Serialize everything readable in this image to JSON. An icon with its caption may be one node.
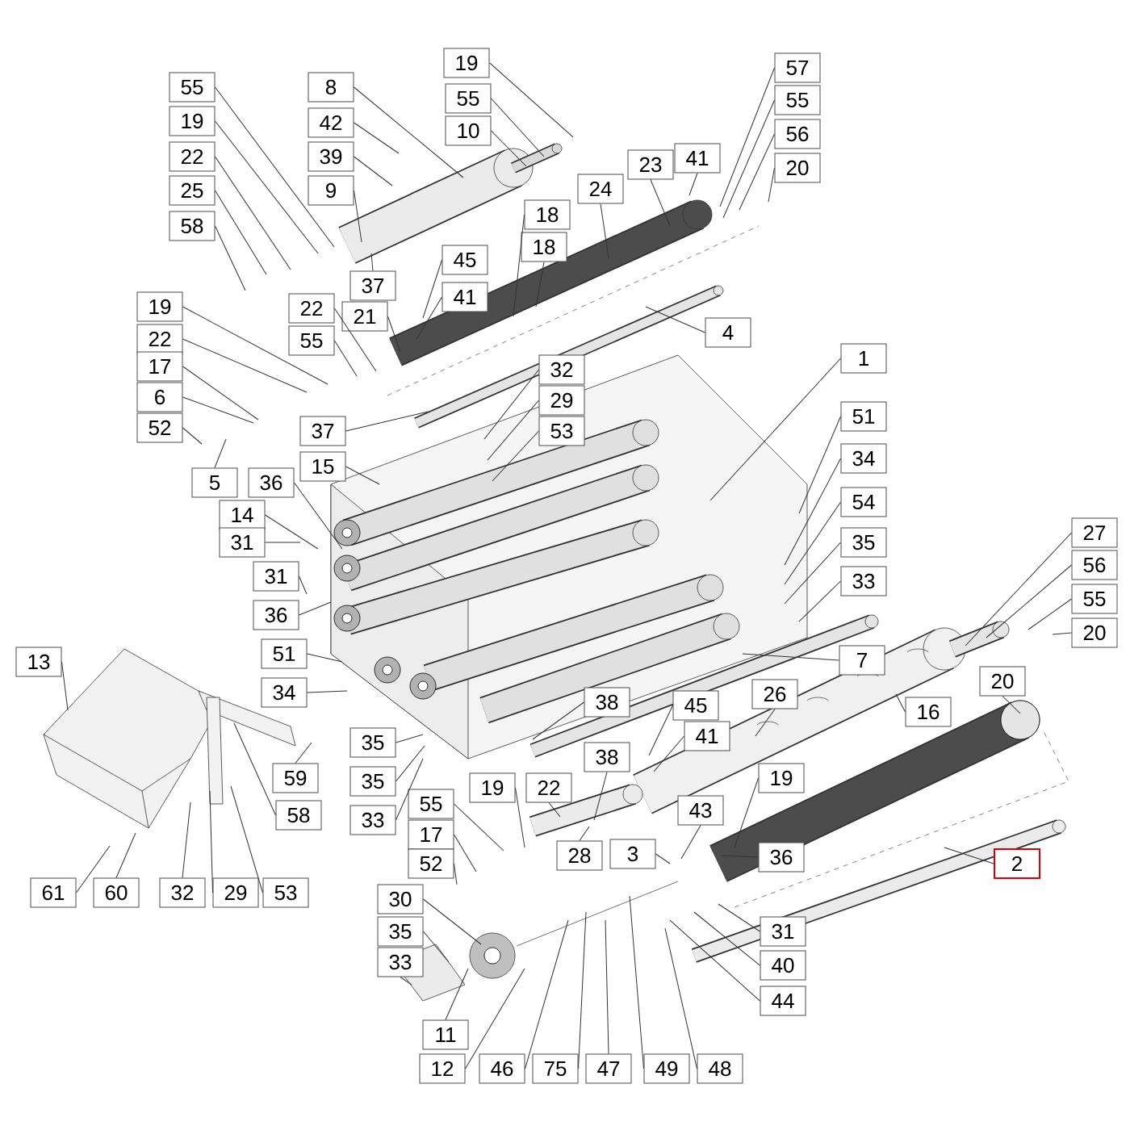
{
  "diagram": {
    "nodes": [
      {
        "text": [
          "55"
        ]
      },
      {
        "text": [
          "19"
        ]
      },
      {
        "text": [
          "22"
        ]
      },
      {
        "text": [
          "25"
        ]
      },
      {
        "text": [
          "58"
        ]
      },
      {
        "text": [
          "8"
        ]
      },
      {
        "text": [
          "42"
        ]
      },
      {
        "text": [
          "39"
        ]
      },
      {
        "text": [
          "9"
        ]
      },
      {
        "text": [
          "19"
        ]
      },
      {
        "text": [
          "55"
        ]
      },
      {
        "text": [
          "10"
        ]
      },
      {
        "text": [
          "57"
        ]
      },
      {
        "text": [
          "55"
        ]
      },
      {
        "text": [
          "56"
        ]
      },
      {
        "text": [
          "20"
        ]
      },
      {
        "text": [
          "23"
        ]
      },
      {
        "text": [
          "41"
        ]
      },
      {
        "text": [
          "24"
        ]
      },
      {
        "text": [
          "18"
        ]
      },
      {
        "text": [
          "18"
        ]
      },
      {
        "text": [
          "45"
        ]
      },
      {
        "text": [
          "41"
        ]
      },
      {
        "text": [
          "37"
        ]
      },
      {
        "text": [
          "21"
        ]
      },
      {
        "text": [
          "19"
        ]
      },
      {
        "text": [
          "22"
        ]
      },
      {
        "text": [
          "55"
        ]
      },
      {
        "text": [
          "22"
        ]
      },
      {
        "text": [
          "17"
        ]
      },
      {
        "text": [
          "6"
        ]
      },
      {
        "text": [
          "52"
        ]
      },
      {
        "text": [
          "4"
        ]
      },
      {
        "text": [
          "1"
        ]
      },
      {
        "text": [
          "32"
        ]
      },
      {
        "text": [
          "29"
        ]
      },
      {
        "text": [
          "53"
        ]
      },
      {
        "text": [
          "37"
        ]
      },
      {
        "text": [
          "15"
        ]
      },
      {
        "text": [
          "5"
        ]
      },
      {
        "text": [
          "36"
        ]
      },
      {
        "text": [
          "51"
        ]
      },
      {
        "text": [
          "34"
        ]
      },
      {
        "text": [
          "54"
        ]
      },
      {
        "text": [
          "35"
        ]
      },
      {
        "text": [
          "33"
        ]
      },
      {
        "text": [
          "14"
        ]
      },
      {
        "text": [
          "31"
        ]
      },
      {
        "text": [
          "31"
        ]
      },
      {
        "text": [
          "36"
        ]
      },
      {
        "text": [
          "27"
        ]
      },
      {
        "text": [
          "56"
        ]
      },
      {
        "text": [
          "55"
        ]
      },
      {
        "text": [
          "20"
        ]
      },
      {
        "text": [
          "51"
        ]
      },
      {
        "text": [
          "7"
        ]
      },
      {
        "text": [
          "13"
        ]
      },
      {
        "text": [
          "34"
        ]
      },
      {
        "text": [
          "38"
        ]
      },
      {
        "text": [
          "45"
        ]
      },
      {
        "text": [
          "26"
        ]
      },
      {
        "text": [
          "16"
        ]
      },
      {
        "text": [
          "20"
        ]
      },
      {
        "text": [
          "35"
        ]
      },
      {
        "text": [
          "38"
        ]
      },
      {
        "text": [
          "41"
        ]
      },
      {
        "text": [
          "35"
        ]
      },
      {
        "text": [
          "59"
        ]
      },
      {
        "text": [
          "19"
        ]
      },
      {
        "text": [
          "19"
        ]
      },
      {
        "text": [
          "22"
        ]
      },
      {
        "text": [
          "55"
        ]
      },
      {
        "text": [
          "43"
        ]
      },
      {
        "text": [
          "58"
        ]
      },
      {
        "text": [
          "33"
        ]
      },
      {
        "text": [
          "17"
        ]
      },
      {
        "text": [
          "28"
        ]
      },
      {
        "text": [
          "3"
        ]
      },
      {
        "text": [
          "36"
        ]
      },
      {
        "text": [
          "2"
        ]
      },
      {
        "text": [
          "52"
        ]
      },
      {
        "text": [
          "61"
        ]
      },
      {
        "text": [
          "60"
        ]
      },
      {
        "text": [
          "32"
        ]
      },
      {
        "text": [
          "29"
        ]
      },
      {
        "text": [
          "53"
        ]
      },
      {
        "text": [
          "30"
        ]
      },
      {
        "text": [
          "35"
        ]
      },
      {
        "text": [
          "31"
        ]
      },
      {
        "text": [
          "33"
        ]
      },
      {
        "text": [
          "40"
        ]
      },
      {
        "text": [
          "44"
        ]
      },
      {
        "text": [
          "11"
        ]
      },
      {
        "text": [
          "12"
        ]
      },
      {
        "text": [
          "46"
        ]
      },
      {
        "text": [
          "75"
        ]
      },
      {
        "text": [
          "47"
        ]
      },
      {
        "text": [
          "49"
        ]
      },
      {
        "text": [
          "48"
        ]
      }
    ],
    "edges": [
      {
        "from": 0,
        "to": null,
        "arrow": "none"
      },
      {
        "from": 1,
        "to": null,
        "arrow": "none"
      },
      {
        "from": 2,
        "to": null,
        "arrow": "none"
      },
      {
        "from": 3,
        "to": null,
        "arrow": "none"
      },
      {
        "from": 4,
        "to": null,
        "arrow": "none"
      },
      {
        "from": 5,
        "to": null,
        "arrow": "none"
      },
      {
        "from": 6,
        "to": null,
        "arrow": "none"
      },
      {
        "from": 7,
        "to": null,
        "arrow": "none"
      },
      {
        "from": 8,
        "to": null,
        "arrow": "none"
      },
      {
        "from": 9,
        "to": null,
        "arrow": "none"
      },
      {
        "from": 10,
        "to": null,
        "arrow": "none"
      },
      {
        "from": 11,
        "to": null,
        "arrow": "none"
      },
      {
        "from": 12,
        "to": null,
        "arrow": "none"
      },
      {
        "from": 13,
        "to": null,
        "arrow": "none"
      },
      {
        "from": 14,
        "to": null,
        "arrow": "none"
      },
      {
        "from": 15,
        "to": null,
        "arrow": "none"
      },
      {
        "from": 16,
        "to": null,
        "arrow": "none"
      },
      {
        "from": 17,
        "to": null,
        "arrow": "none"
      },
      {
        "from": 18,
        "to": null,
        "arrow": "none"
      },
      {
        "from": 19,
        "to": null,
        "arrow": "none"
      },
      {
        "from": 20,
        "to": null,
        "arrow": "none"
      },
      {
        "from": 21,
        "to": null,
        "arrow": "none"
      },
      {
        "from": 22,
        "to": null,
        "arrow": "none"
      },
      {
        "from": 23,
        "to": null,
        "arrow": "none"
      },
      {
        "from": 24,
        "to": null,
        "arrow": "none"
      },
      {
        "from": 25,
        "to": null,
        "arrow": "none"
      },
      {
        "from": 26,
        "to": null,
        "arrow": "none"
      },
      {
        "from": 27,
        "to": null,
        "arrow": "none"
      },
      {
        "from": 28,
        "to": null,
        "arrow": "none"
      },
      {
        "from": 29,
        "to": null,
        "arrow": "none"
      },
      {
        "from": 30,
        "to": null,
        "arrow": "none"
      },
      {
        "from": 31,
        "to": null,
        "arrow": "none"
      },
      {
        "from": 32,
        "to": null,
        "arrow": "none"
      },
      {
        "from": 33,
        "to": null,
        "arrow": "none"
      },
      {
        "from": 34,
        "to": null,
        "arrow": "none"
      },
      {
        "from": 35,
        "to": null,
        "arrow": "none"
      },
      {
        "from": 36,
        "to": null,
        "arrow": "none"
      },
      {
        "from": 37,
        "to": null,
        "arrow": "none"
      },
      {
        "from": 38,
        "to": null,
        "arrow": "none"
      },
      {
        "from": 39,
        "to": null,
        "arrow": "none"
      },
      {
        "from": 40,
        "to": null,
        "arrow": "none"
      },
      {
        "from": 41,
        "to": null,
        "arrow": "none"
      },
      {
        "from": 42,
        "to": null,
        "arrow": "none"
      },
      {
        "from": 43,
        "to": null,
        "arrow": "none"
      },
      {
        "from": 44,
        "to": null,
        "arrow": "none"
      },
      {
        "from": 45,
        "to": null,
        "arrow": "none"
      },
      {
        "from": 46,
        "to": null,
        "arrow": "none"
      },
      {
        "from": 47,
        "to": null,
        "arrow": "none"
      },
      {
        "from": 48,
        "to": null,
        "arrow": "none"
      },
      {
        "from": 49,
        "to": null,
        "arrow": "none"
      },
      {
        "from": 50,
        "to": null,
        "arrow": "none"
      },
      {
        "from": 51,
        "to": null,
        "arrow": "none"
      },
      {
        "from": 52,
        "to": null,
        "arrow": "none"
      },
      {
        "from": 53,
        "to": null,
        "arrow": "none"
      },
      {
        "from": 54,
        "to": null,
        "arrow": "none"
      },
      {
        "from": 55,
        "to": null,
        "arrow": "none"
      },
      {
        "from": 56,
        "to": null,
        "arrow": "none"
      },
      {
        "from": 57,
        "to": null,
        "arrow": "none"
      },
      {
        "from": 58,
        "to": null,
        "arrow": "none"
      },
      {
        "from": 59,
        "to": null,
        "arrow": "none"
      },
      {
        "from": 60,
        "to": null,
        "arrow": "none"
      },
      {
        "from": 61,
        "to": null,
        "arrow": "none"
      },
      {
        "from": 62,
        "to": null,
        "arrow": "none"
      },
      {
        "from": 63,
        "to": null,
        "arrow": "none"
      },
      {
        "from": 64,
        "to": null,
        "arrow": "none"
      },
      {
        "from": 65,
        "to": null,
        "arrow": "none"
      },
      {
        "from": 66,
        "to": null,
        "arrow": "none"
      },
      {
        "from": 67,
        "to": null,
        "arrow": "none"
      },
      {
        "from": 68,
        "to": null,
        "arrow": "none"
      },
      {
        "from": 69,
        "to": null,
        "arrow": "none"
      },
      {
        "from": 70,
        "to": null,
        "arrow": "none"
      },
      {
        "from": 71,
        "to": null,
        "arrow": "none"
      },
      {
        "from": 72,
        "to": null,
        "arrow": "none"
      },
      {
        "from": 73,
        "to": null,
        "arrow": "none"
      },
      {
        "from": 74,
        "to": null,
        "arrow": "none"
      },
      {
        "from": 75,
        "to": null,
        "arrow": "none"
      },
      {
        "from": 76,
        "to": null,
        "arrow": "none"
      },
      {
        "from": 77,
        "to": null,
        "arrow": "none"
      },
      {
        "from": 78,
        "to": null,
        "arrow": "none"
      },
      {
        "from": 79,
        "to": null,
        "arrow": "none"
      },
      {
        "from": 80,
        "to": null,
        "arrow": "none"
      },
      {
        "from": 81,
        "to": null,
        "arrow": "none"
      },
      {
        "from": 82,
        "to": null,
        "arrow": "none"
      },
      {
        "from": 83,
        "to": null,
        "arrow": "none"
      },
      {
        "from": 84,
        "to": null,
        "arrow": "none"
      },
      {
        "from": 85,
        "to": null,
        "arrow": "none"
      },
      {
        "from": 86,
        "to": null,
        "arrow": "none"
      },
      {
        "from": 87,
        "to": null,
        "arrow": "none"
      },
      {
        "from": 88,
        "to": null,
        "arrow": "none"
      },
      {
        "from": 89,
        "to": null,
        "arrow": "none"
      },
      {
        "from": 90,
        "to": null,
        "arrow": "none"
      },
      {
        "from": 91,
        "to": null,
        "arrow": "none"
      },
      {
        "from": 92,
        "to": null,
        "arrow": "none"
      },
      {
        "from": 93,
        "to": null,
        "arrow": "none"
      },
      {
        "from": 94,
        "to": null,
        "arrow": "none"
      },
      {
        "from": 95,
        "to": null,
        "arrow": "none"
      },
      {
        "from": 96,
        "to": null,
        "arrow": "none"
      },
      {
        "from": 97,
        "to": null,
        "arrow": "none"
      },
      {
        "from": 98,
        "to": null,
        "arrow": "none"
      }
    ]
  }
}
